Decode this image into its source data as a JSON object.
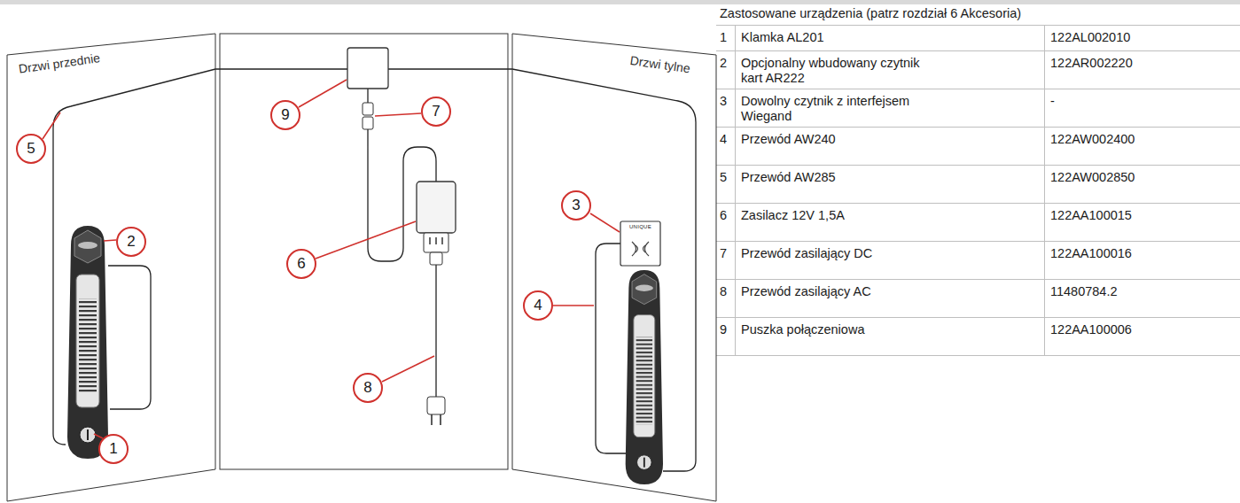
{
  "diagram": {
    "nodes": [
      {
        "text": [
          "Drzwi przednie"
        ]
      },
      {
        "text": [
          "5"
        ],
        "in": 0
      },
      {
        "text": [
          "2"
        ],
        "in": 0
      },
      {
        "text": [
          "1"
        ],
        "in": 0
      },
      {
        "text": [
          "9"
        ]
      },
      {
        "text": [
          "7"
        ]
      },
      {
        "text": [
          "6"
        ]
      },
      {
        "text": [
          "8"
        ]
      },
      {
        "text": [
          "Drzwi tylne"
        ]
      },
      {
        "text": [
          "3"
        ],
        "in": 8
      },
      {
        "text": [
          "4"
        ],
        "in": 8
      }
    ],
    "labels": [
      "UNIQUE",
      "Zastosowane urządzenia (patrz rozdział 6 Akcesoria)",
      "1",
      "Klamka AL201",
      "122AL002010",
      "2",
      "Opcjonalny wbudowany czytnik kart AR222",
      "122AR002220",
      "3",
      "Dowolny czytnik z interfejsem Wiegand",
      "-",
      "4",
      "Przewód AW240",
      "122AW002400",
      "5",
      "Przewód AW285",
      "122AW002850",
      "6",
      "Zasilacz 12V 1,5A",
      "122AA100015",
      "7",
      "Przewód zasilający DC",
      "122AA100016",
      "8",
      "Przewód zasilający AC",
      "11480784.2",
      "9",
      "Puszka połączeniowa",
      "122AA100006"
    ]
  }
}
